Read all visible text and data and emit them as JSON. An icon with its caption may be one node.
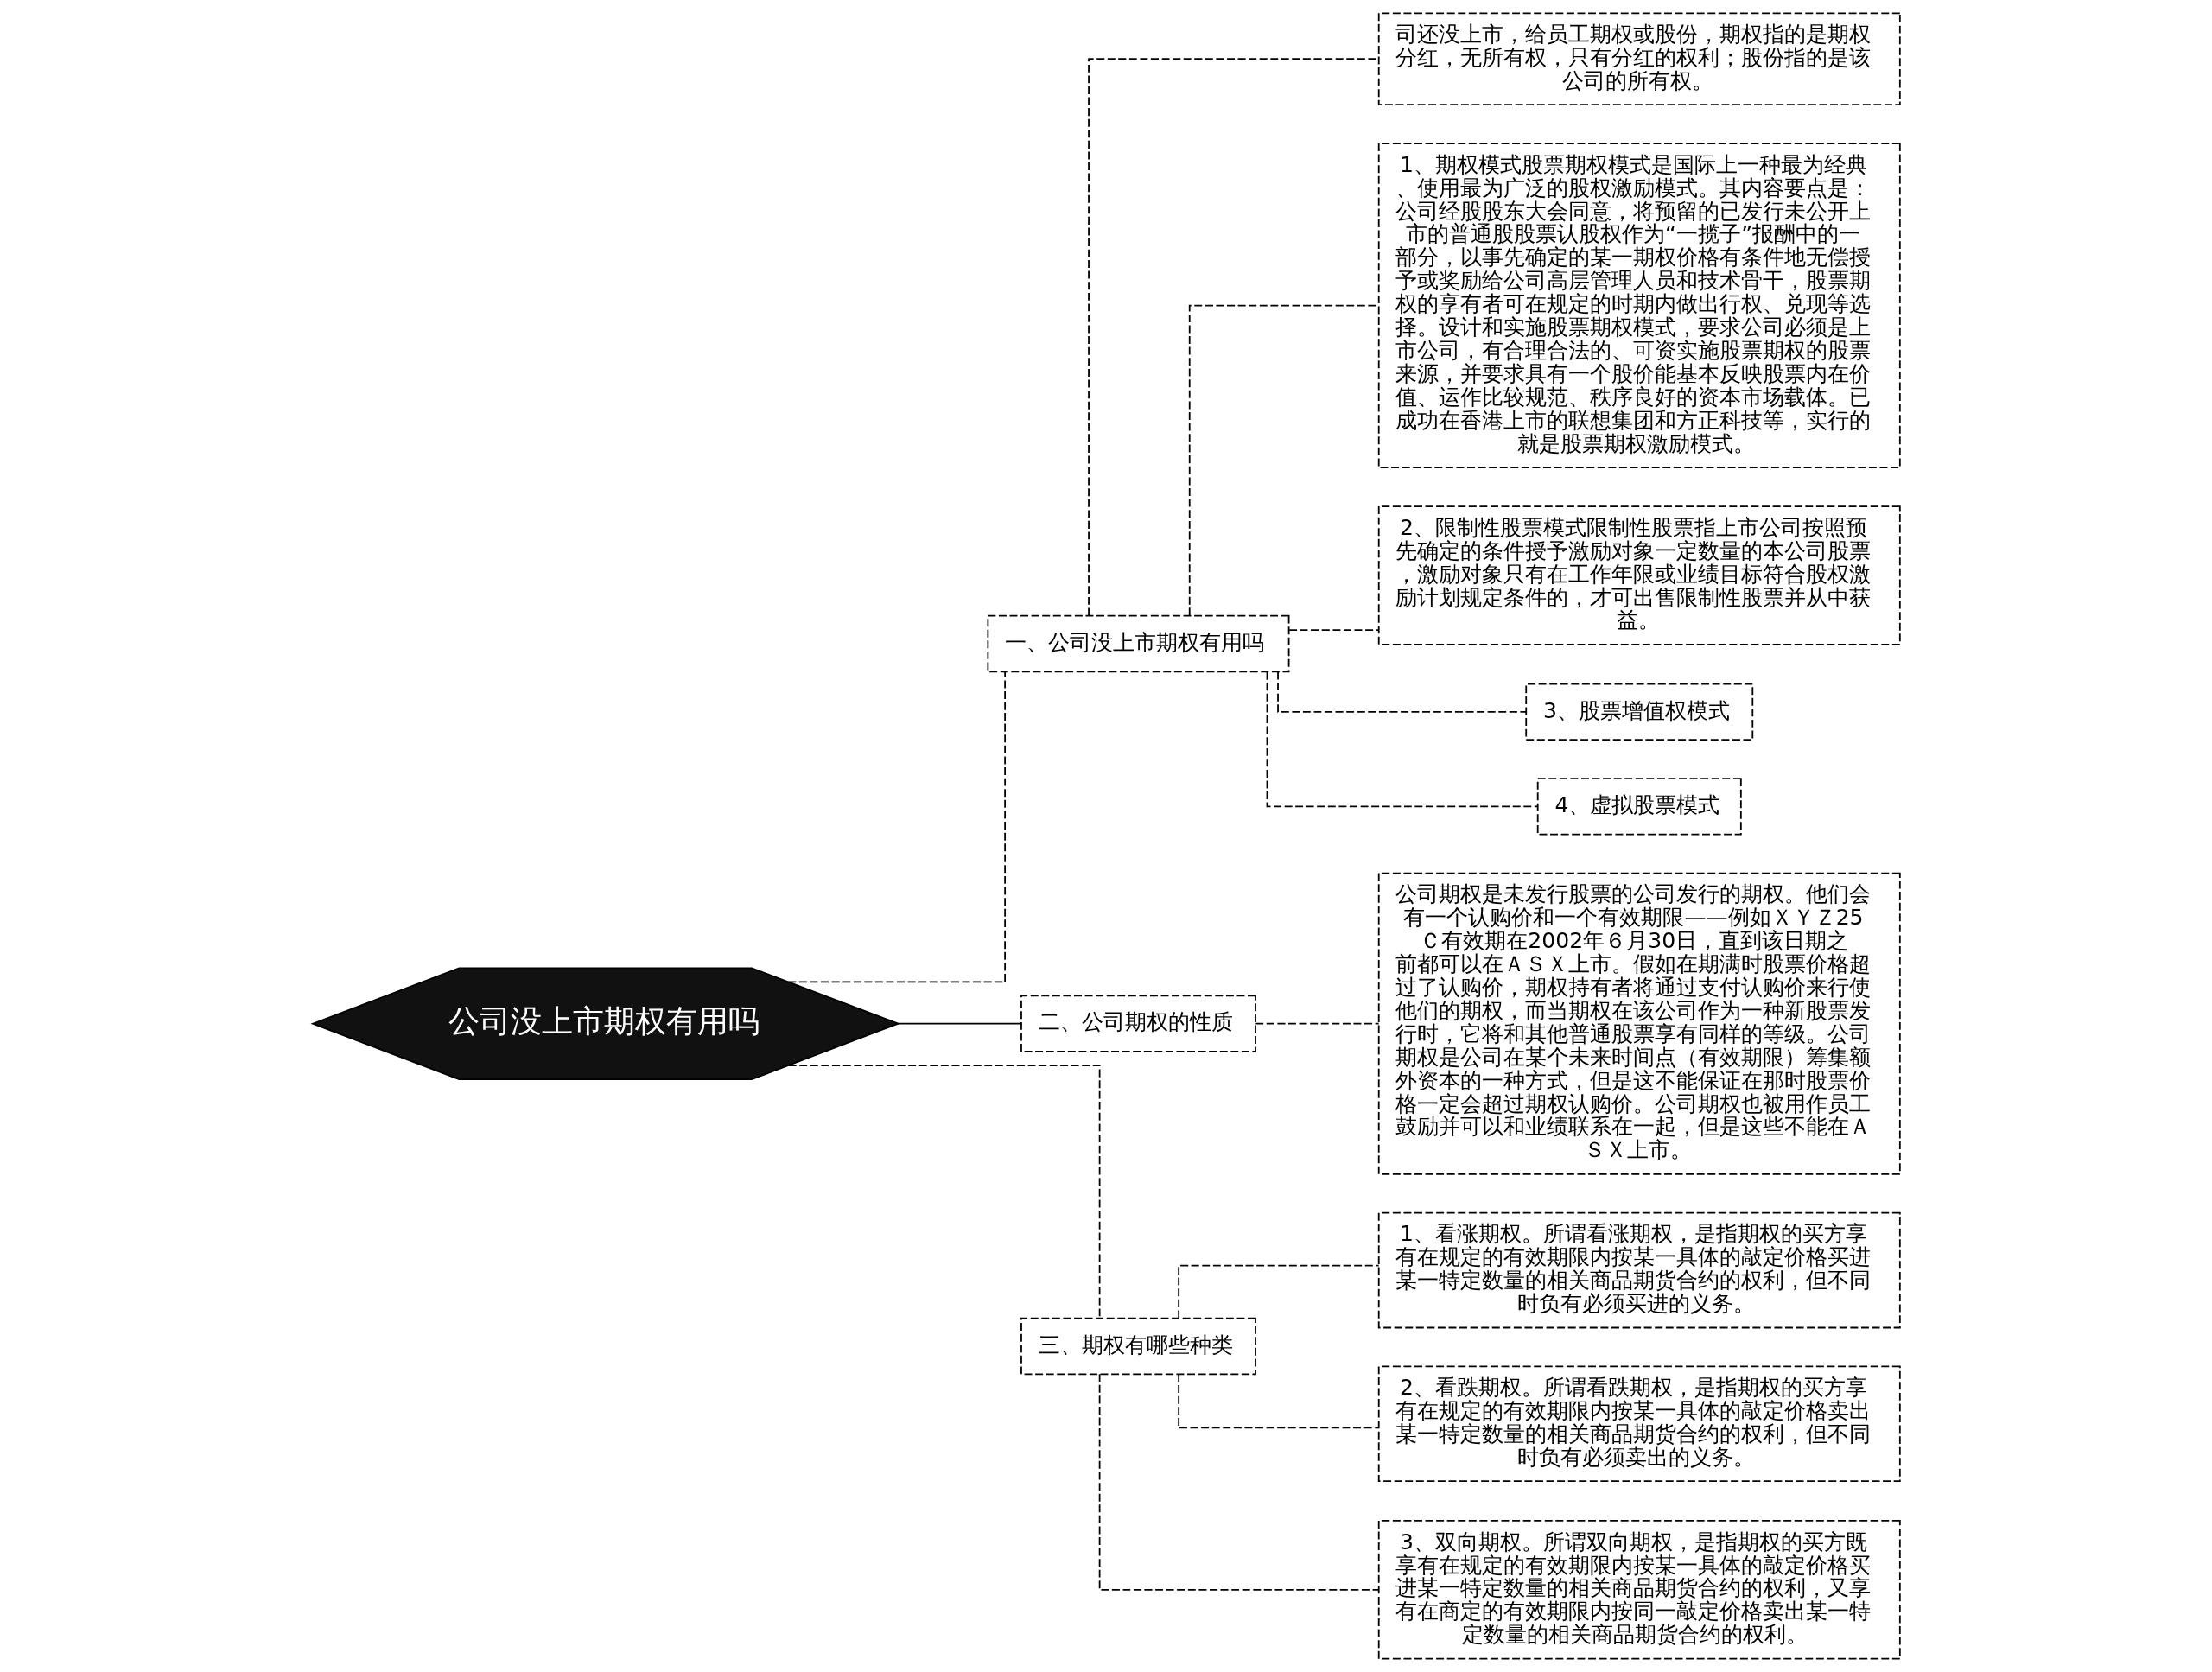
{
  "diagram": {
    "nodes": [
      {
        "text": [
          "公司没上市期权有用吗"
        ]
      },
      {
        "text": [
          "一、公司没上市期权有用吗"
        ]
      },
      {
        "text": [
          "司还没上市，给员工期权或股份，期权指的是期权分红，无所有权，只有分红的权利；股份指的是该公司的所有权。"
        ]
      },
      {
        "text": [
          "1、期权模式股票期权模式是国际上一种最为经典、使用最为广泛的股权激励模式。其内容要点是：公司经股股东大会同意，将预留的已发行未公开上市的普通股股票认股权作为“一揽子”报酬中的一部分，以事先确定的某一期权价格有条件地无偿授予或奖励给公司高层管理人员和技术骨干，股票期权的享有者可在规定的时期内做出行权、兑现等选择。设计和实施股票期权模式，要求公司必须是上市公司，有合理合法的、可资实施股票期权的股票来源，并要求具有一个股价能基本反映股票内在价值、运作比较规范、秩序良好的资本市场载体。已成功在香港上市的联想集团和方正科技等，实行的就是股票期权激励模式。"
        ]
      },
      {
        "text": [
          "2、限制性股票模式限制性股票指上市公司按照预先确定的条件授予激励对象一定数量的本公司股票，激励对象只有在工作年限或业绩目标符合股权激励计划规定条件的，才可出售限制性股票并从中获益。"
        ]
      },
      {
        "text": [
          "3、股票增值权模式"
        ]
      },
      {
        "text": [
          "4、虚拟股票模式"
        ]
      },
      {
        "text": [
          "二、公司期权的性质"
        ]
      },
      {
        "text": [
          "公司期权是未发行股票的公司发行的期权。他们会有一个认购价和一个有效期限——例如ＸＹＺ25Ｃ有效期在2002年６月30日，直到该日期之前都可以在ＡＳＸ上市。假如在期满时股票价格超过了认购价，期权持有者将通过支付认购价来行使他们的期权，而当期权在该公司作为一种新股票发行时，它将和其他普通股票享有同样的等级。公司期权是公司在某个未来时间点（有效期限）筹集额外资本的一种方式，但是这不能保证在那时股票价格一定会超过期权认购价。公司期权也被用作员工鼓励并可以和业绩联系在一起，但是这些不能在ＡＳＸ上市。"
        ]
      },
      {
        "text": [
          "三、期权有哪些种类"
        ]
      },
      {
        "text": [
          "1、看涨期权。所谓看涨期权，是指期权的买方享有在规定的有效期限内按某一具体的敲定价格买进某一特定数量的相关商品期货合约的权利，但不同时负有必须买进的义务。"
        ]
      },
      {
        "text": [
          "2、看跌期权。所谓看跌期权，是指期权的买方享有在规定的有效期限内按某一具体的敲定价格卖出某一特定数量的相关商品期货合约的权利，但不同时负有必须卖出的义务。"
        ]
      },
      {
        "text": [
          "3、双向期权。所谓双向期权，是指期权的买方既享有在规定的有效期限内按某一具体的敲定价格买进某一特定数量的相关商品期货合约的权利，又享有在商定的有效期限内按同一敲定价格卖出某一特定数量的相关商品期货合约的权利。"
        ]
      }
    ],
    "edges": [
      {
        "from": 0,
        "to": 1,
        "arrow": "none",
        "style": "dashed"
      },
      {
        "from": 1,
        "to": 2,
        "arrow": "none",
        "style": "dashed"
      },
      {
        "from": 1,
        "to": 3,
        "arrow": "none",
        "style": "dashed"
      },
      {
        "from": 1,
        "to": 4,
        "arrow": "none",
        "style": "dashed"
      },
      {
        "from": 1,
        "to": 5,
        "arrow": "none",
        "style": "dashed"
      },
      {
        "from": 1,
        "to": 6,
        "arrow": "none",
        "style": "dashed"
      },
      {
        "from": 0,
        "to": 7,
        "arrow": "none"
      },
      {
        "from": 7,
        "to": 8,
        "arrow": "none",
        "style": "dashed"
      },
      {
        "from": 0,
        "to": 9,
        "arrow": "none",
        "style": "dashed"
      },
      {
        "from": 9,
        "to": 10,
        "arrow": "none",
        "style": "dashed"
      },
      {
        "from": 9,
        "to": 11,
        "arrow": "none",
        "style": "dashed"
      },
      {
        "from": 9,
        "to": 12,
        "arrow": "none",
        "style": "dashed"
      }
    ]
  }
}
